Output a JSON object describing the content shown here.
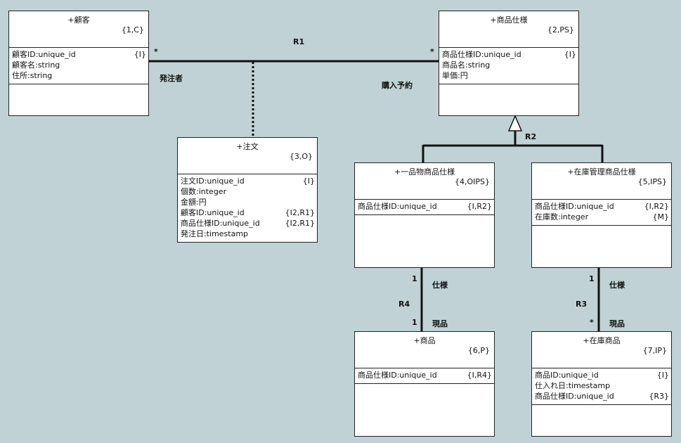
{
  "classes": {
    "kokyaku": {
      "name": "+顧客",
      "tag": "{1,C}",
      "attrs": [
        {
          "text": "顧客ID:unique_id",
          "ref": "{I}"
        },
        {
          "text": "顧客名:string",
          "ref": ""
        },
        {
          "text": "住所:string",
          "ref": ""
        }
      ]
    },
    "shohin_shiyo": {
      "name": "+商品仕様",
      "tag": "{2,PS}",
      "attrs": [
        {
          "text": "商品仕様ID:unique_id",
          "ref": "{I}"
        },
        {
          "text": "商品名:string",
          "ref": ""
        },
        {
          "text": "単価:円",
          "ref": ""
        }
      ]
    },
    "chumon": {
      "name": "+注文",
      "tag": "{3,O}",
      "attrs": [
        {
          "text": "注文ID:unique_id",
          "ref": "{I}"
        },
        {
          "text": "個数:integer",
          "ref": ""
        },
        {
          "text": "金額:円",
          "ref": ""
        },
        {
          "text": "顧客ID:unique_id",
          "ref": "{I2,R1}"
        },
        {
          "text": "商品仕様ID:unique_id",
          "ref": "{I2,R1}"
        },
        {
          "text": "発注日:timestamp",
          "ref": ""
        }
      ]
    },
    "ippinmono": {
      "name": "+一品物商品仕様",
      "tag": "{4,OIPS}",
      "attrs": [
        {
          "text": "商品仕様ID:unique_id",
          "ref": "{I,R2}"
        }
      ]
    },
    "zaiko_kanri": {
      "name": "+在庫管理商品仕様",
      "tag": "{5,IPS}",
      "attrs": [
        {
          "text": "商品仕様ID:unique_id",
          "ref": "{I,R2}"
        },
        {
          "text": "在庫数:integer",
          "ref": "{M}"
        }
      ]
    },
    "shohin": {
      "name": "+商品",
      "tag": "{6,P}",
      "attrs": [
        {
          "text": "商品仕様ID:unique_id",
          "ref": "{I,R4}"
        }
      ]
    },
    "zaiko_shohin": {
      "name": "+在庫商品",
      "tag": "{7,IP}",
      "attrs": [
        {
          "text": "商品ID:unique_id",
          "ref": "{I}"
        },
        {
          "text": "仕入れ日:timestamp",
          "ref": ""
        },
        {
          "text": "商品仕様ID:unique_id",
          "ref": "{R3}"
        }
      ]
    }
  },
  "relationships": {
    "r1": {
      "name": "R1",
      "role_left": "発注者",
      "role_right": "購入予約",
      "mult_left": "*",
      "mult_right": "*"
    },
    "r2": {
      "name": "R2"
    },
    "r3": {
      "name": "R3",
      "role_top": "仕様",
      "role_bottom": "現品",
      "mult_top": "1",
      "mult_bottom": "*"
    },
    "r4": {
      "name": "R4",
      "role_top": "仕様",
      "role_bottom": "現品",
      "mult_top": "1",
      "mult_bottom": "1"
    }
  }
}
